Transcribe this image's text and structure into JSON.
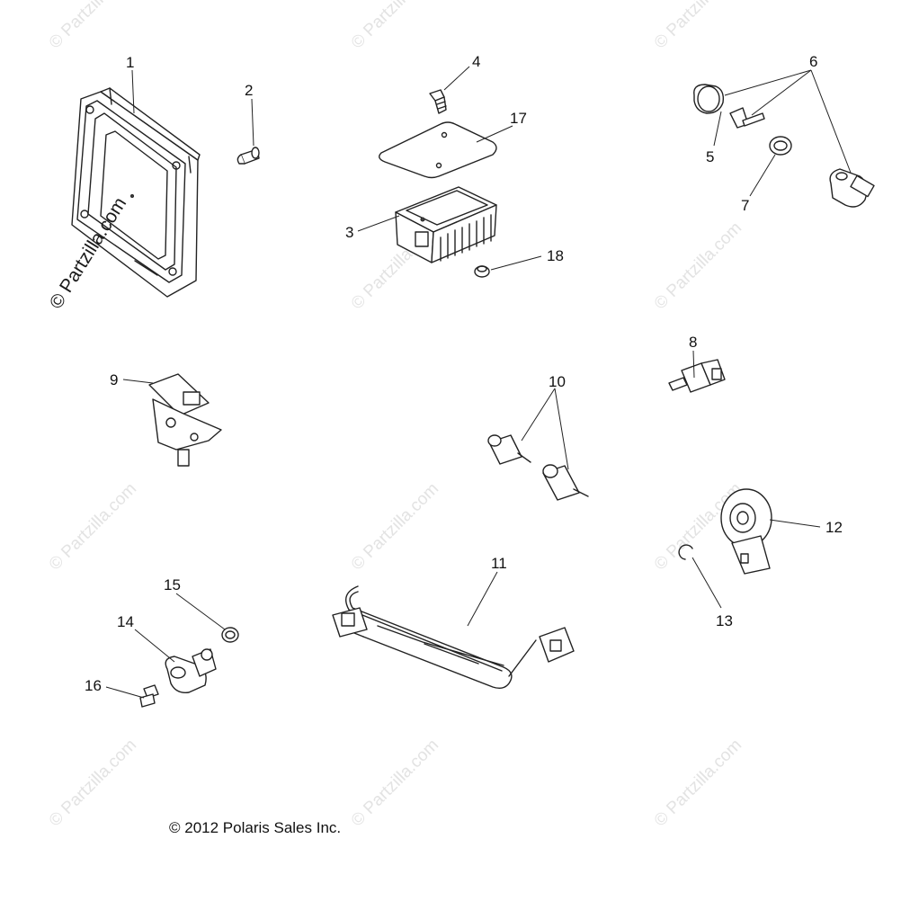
{
  "watermark_main": "© Partzilla.com",
  "watermark_repeat": "© Partzilla.com",
  "copyright": "© 2012 Polaris Sales Inc.",
  "callouts": {
    "c1": "1",
    "c2": "2",
    "c3": "3",
    "c4": "4",
    "c5": "5",
    "c6": "6",
    "c7": "7",
    "c8": "8",
    "c9": "9",
    "c10": "10",
    "c11": "11",
    "c12": "12",
    "c13": "13",
    "c14": "14",
    "c15": "15",
    "c16": "16",
    "c17": "17",
    "c18": "18"
  }
}
